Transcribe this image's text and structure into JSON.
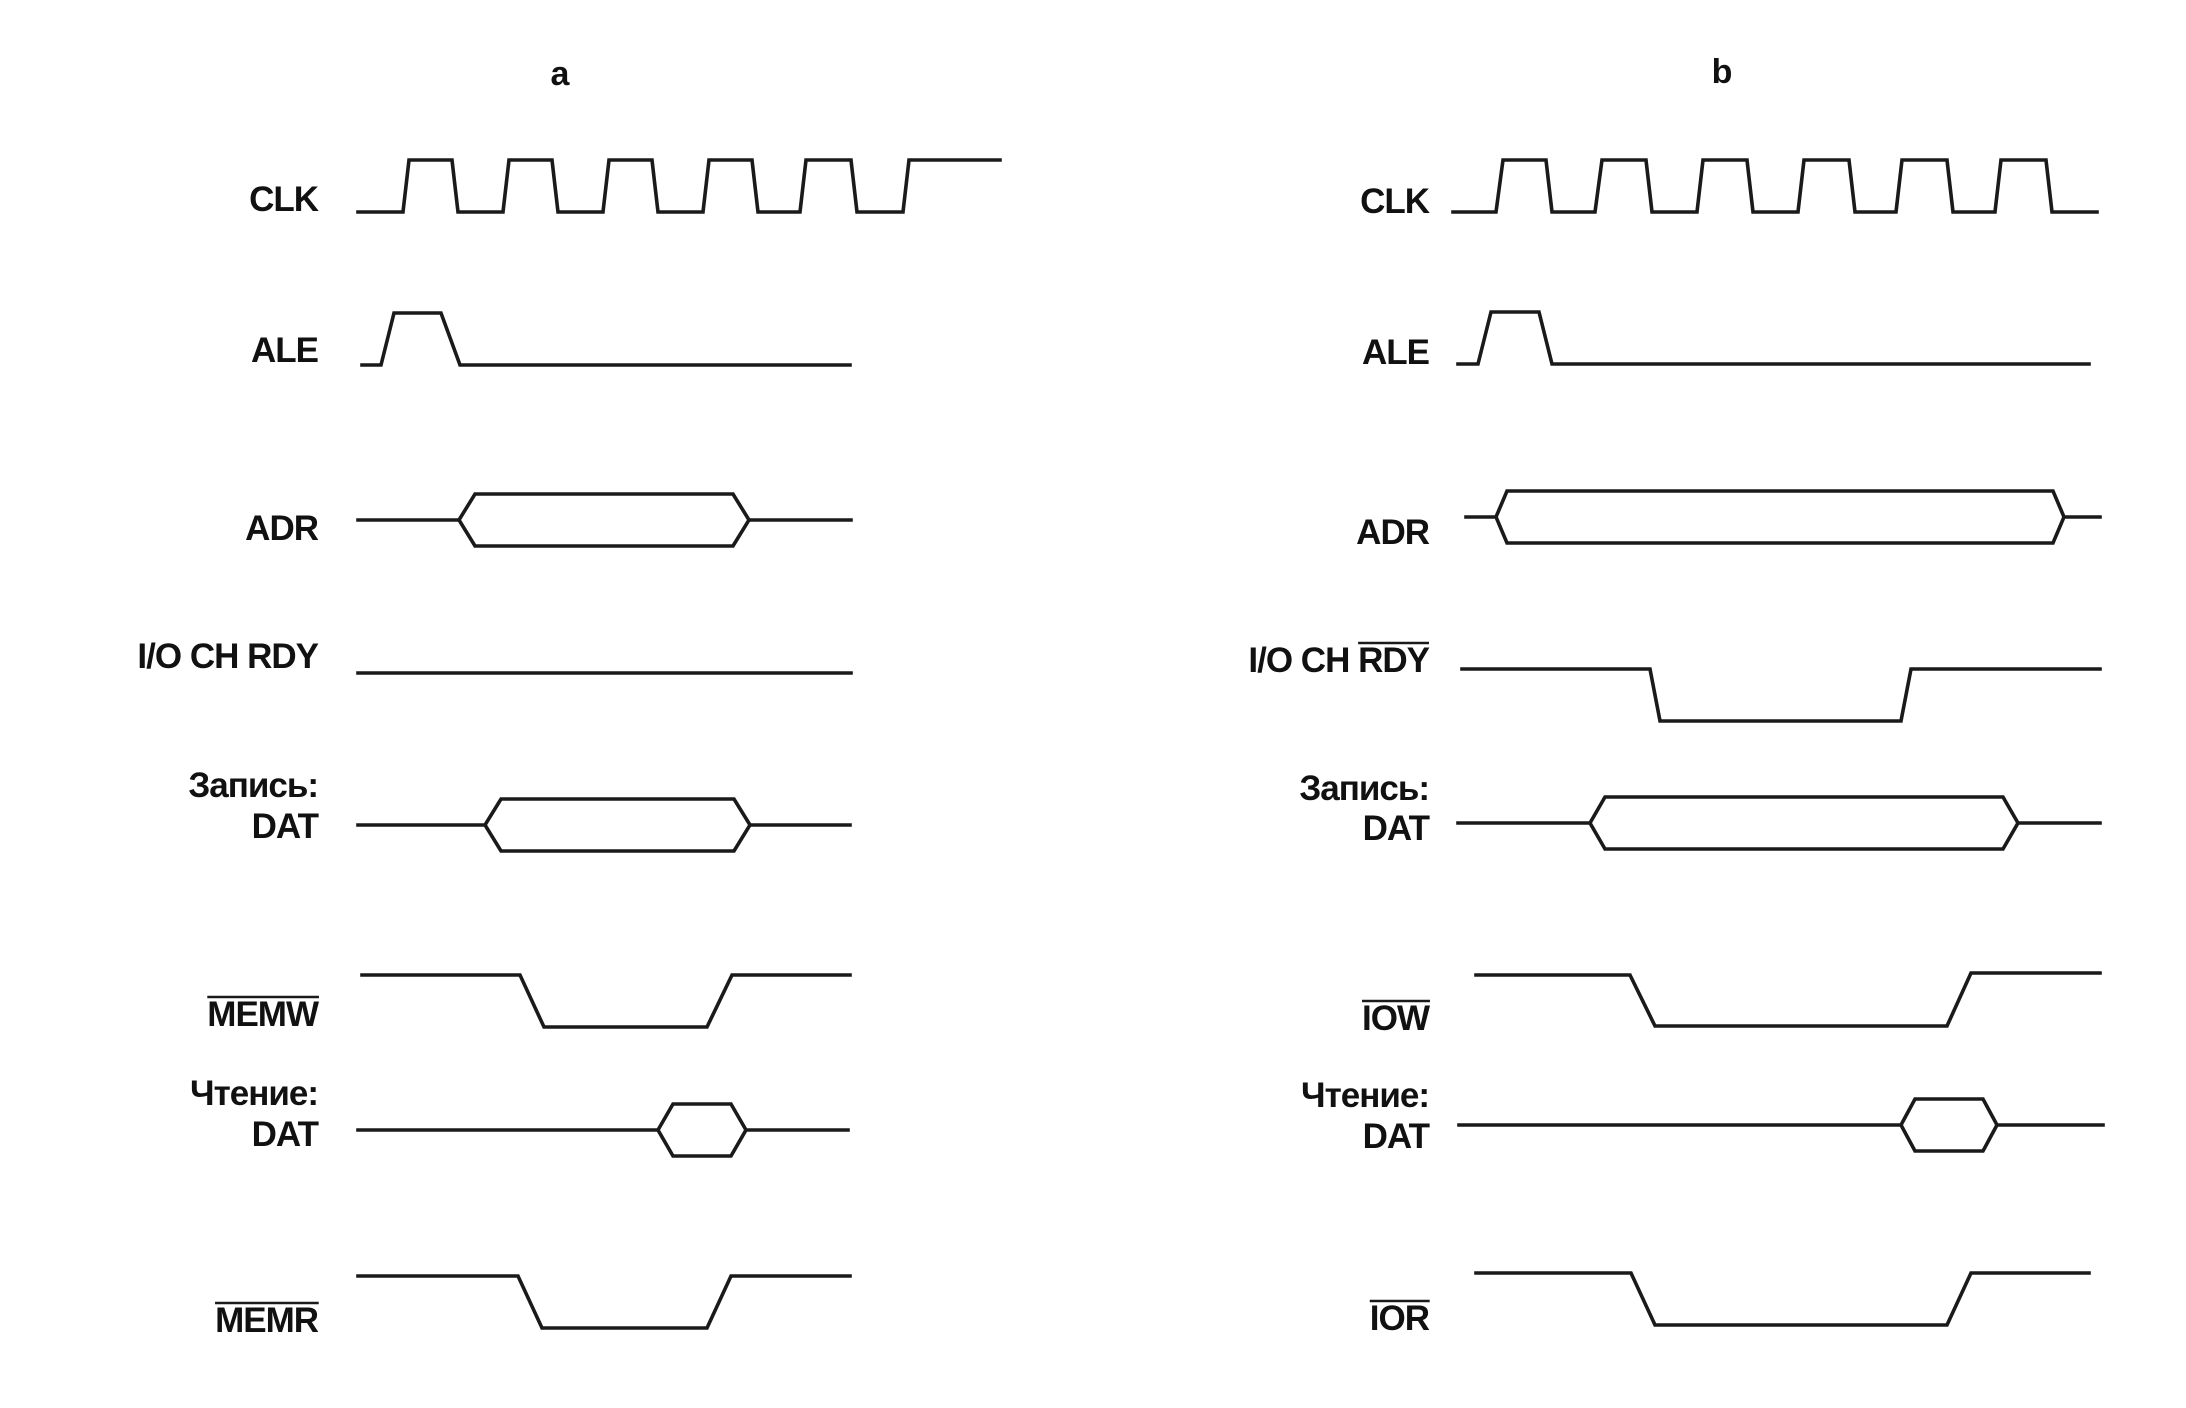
{
  "panels": [
    {
      "title": "a",
      "signals": [
        {
          "key": "clk",
          "lines": [
            "CLK"
          ]
        },
        {
          "key": "ale",
          "lines": [
            "ALE"
          ]
        },
        {
          "key": "adr",
          "lines": [
            "ADR"
          ]
        },
        {
          "key": "rdy",
          "lines": [
            "I/O CH RDY"
          ]
        },
        {
          "key": "wdat",
          "lines": [
            "Запись:",
            "DAT"
          ]
        },
        {
          "key": "wr",
          "lines": [
            "MEMW"
          ],
          "overline": true
        },
        {
          "key": "rdat",
          "lines": [
            "Чтение:",
            "DAT"
          ]
        },
        {
          "key": "rd",
          "lines": [
            "MEMR"
          ],
          "overline": true
        }
      ]
    },
    {
      "title": "b",
      "signals": [
        {
          "key": "clk",
          "lines": [
            "CLK"
          ]
        },
        {
          "key": "ale",
          "lines": [
            "ALE"
          ]
        },
        {
          "key": "adr",
          "lines": [
            "ADR"
          ]
        },
        {
          "key": "rdy",
          "lines": [
            "I/O CH "
          ],
          "suffix": "RDY"
        },
        {
          "key": "wdat",
          "lines": [
            "Запись:",
            "DAT"
          ]
        },
        {
          "key": "wr",
          "lines": [
            "IOW"
          ],
          "overline": true
        },
        {
          "key": "rdat",
          "lines": [
            "Чтение:",
            "DAT"
          ]
        },
        {
          "key": "rd",
          "lines": [
            "IOR"
          ],
          "overline": true
        }
      ]
    }
  ]
}
